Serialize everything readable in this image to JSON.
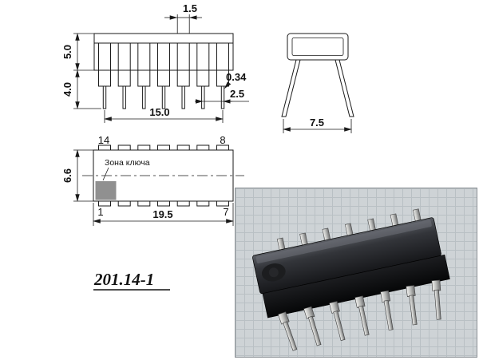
{
  "colors": {
    "drawing_line": "#1a1a1a",
    "key_zone_fill": "#909090",
    "photo_grid_background": "#ced3d6"
  },
  "front_view": {
    "dim_pin_shoulder_width": "1.5",
    "dim_body_height": "5.0",
    "dim_lead_length": "4.0",
    "dim_lead_span": "15.0",
    "dim_lead_thickness": "0.34",
    "dim_lead_pitch": "2.5"
  },
  "side_view": {
    "dim_lead_tip_span": "7.5"
  },
  "top_view": {
    "pin_top_left": "14",
    "pin_top_right": "8",
    "pin_bottom_left": "1",
    "pin_bottom_right": "7",
    "key_zone_label": "Зона ключа",
    "dim_body_width": "6.6",
    "dim_body_length": "19.5"
  },
  "title": {
    "package_code": "201.14-1"
  }
}
